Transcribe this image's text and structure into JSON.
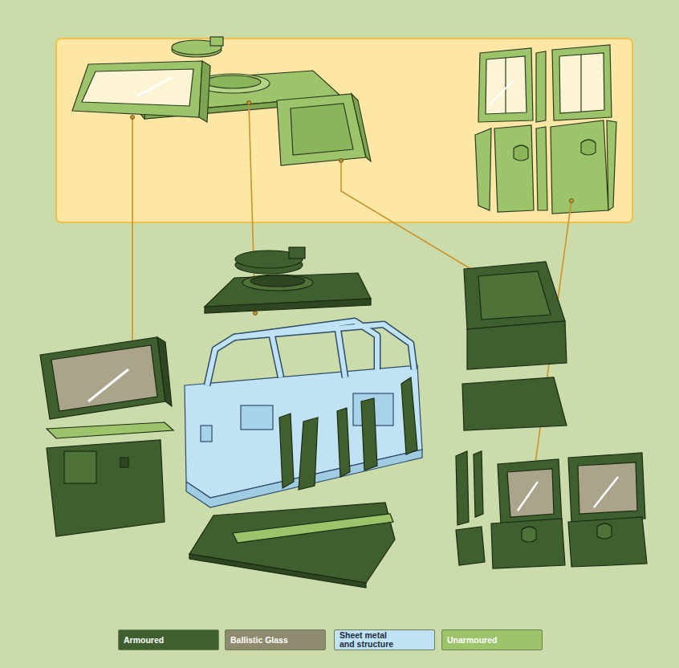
{
  "diagram": {
    "legend": [
      {
        "text": "Armoured",
        "color": "#3f5f2e"
      },
      {
        "text": "Ballistic Glass",
        "color": "#8e8a6d"
      },
      {
        "text": "Sheet metal and structure",
        "color": "#bfe2f5"
      },
      {
        "text": "Unarmoured",
        "color": "#9dc46b"
      }
    ]
  }
}
